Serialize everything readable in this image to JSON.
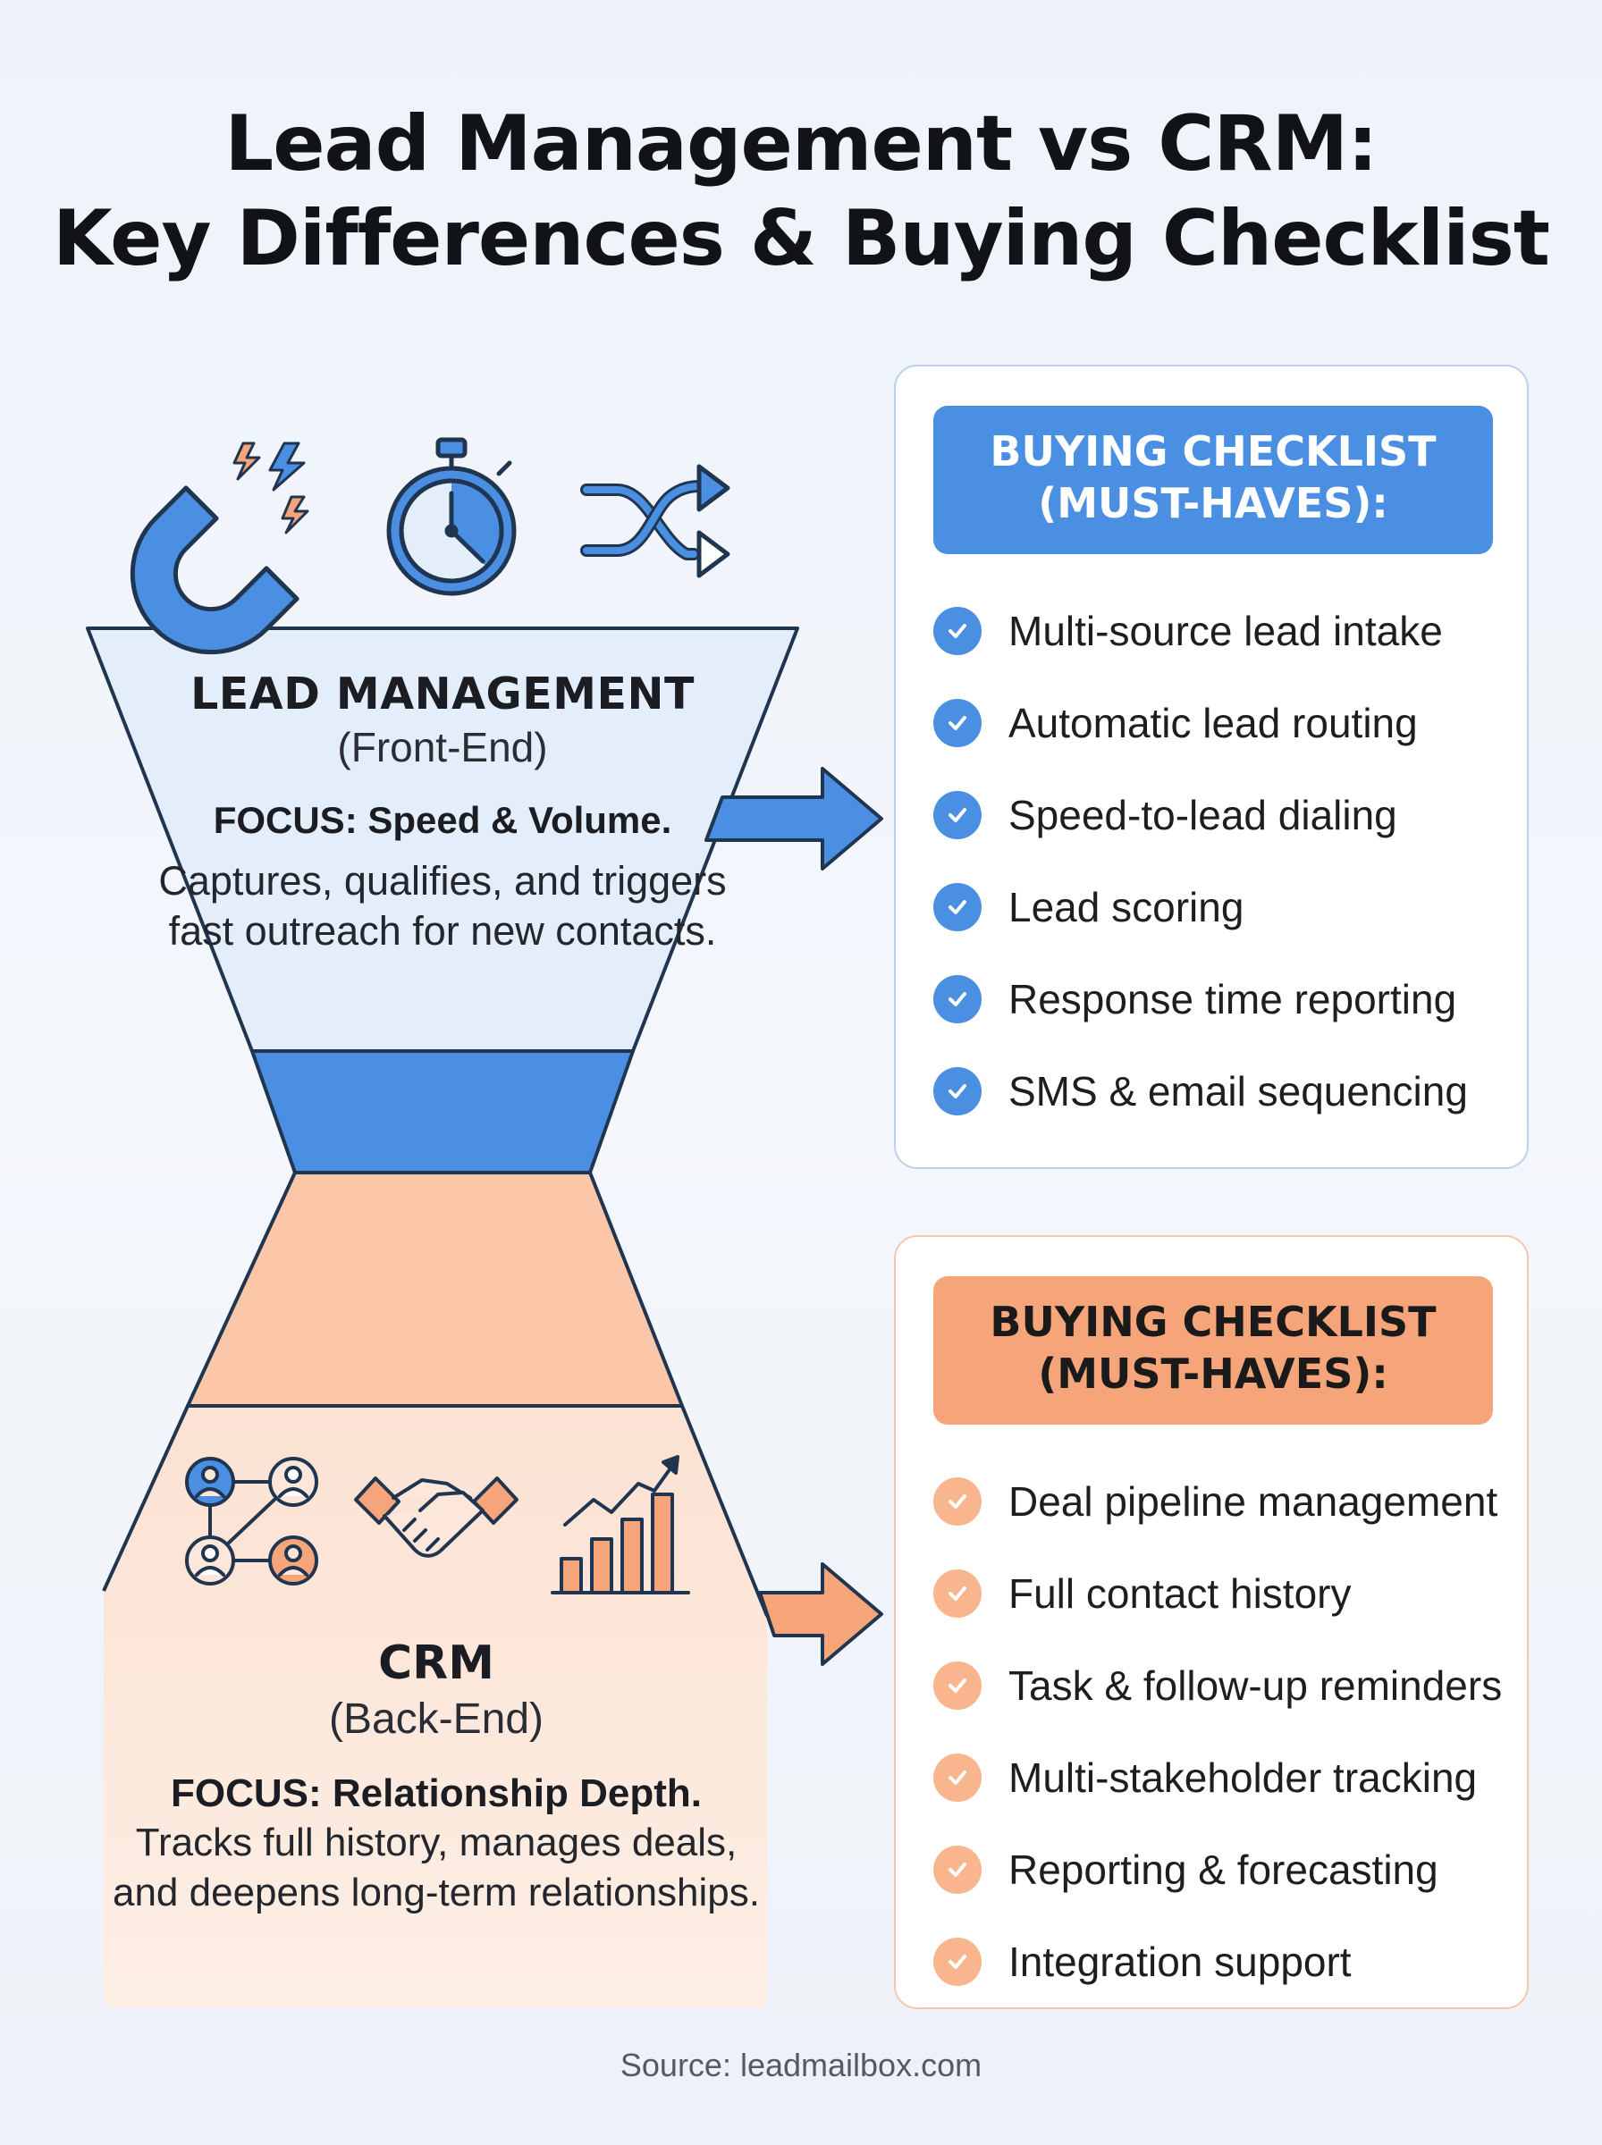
{
  "title": {
    "line1": "Lead Management vs CRM:",
    "line2": "Key Differences & Buying Checklist"
  },
  "lead_section": {
    "heading": "LEAD MANAGEMENT",
    "subheading": "(Front-End)",
    "focus": "FOCUS: Speed & Volume.",
    "description": "Captures, qualifies, and triggers fast outreach for new contacts.",
    "icons": [
      "magnet-icon",
      "stopwatch-icon",
      "shuffle-icon"
    ]
  },
  "crm_section": {
    "heading": "CRM",
    "subheading": "(Back-End)",
    "focus": "FOCUS: Relationship Depth.",
    "description": "Tracks full history, manages deals, and deepens long-term relationships.",
    "icons": [
      "network-icon",
      "handshake-icon",
      "growth-chart-icon"
    ]
  },
  "lead_checklist": {
    "header_line1": "BUYING CHECKLIST",
    "header_line2": "(MUST-HAVES):",
    "items": [
      "Multi-source lead intake",
      "Automatic lead routing",
      "Speed-to-lead dialing",
      "Lead scoring",
      "Response time reporting",
      "SMS & email sequencing"
    ]
  },
  "crm_checklist": {
    "header_line1": "BUYING CHECKLIST",
    "header_line2": "(MUST-HAVES):",
    "items": [
      "Deal pipeline management",
      "Full contact history",
      "Task & follow-up reminders",
      "Multi-stakeholder tracking",
      "Reporting & forecasting",
      "Integration support"
    ]
  },
  "source": "Source: leadmailbox.com",
  "colors": {
    "blue_accent": "#4a8fe2",
    "blue_light": "#e4eefa",
    "orange_accent": "#f6a57a",
    "orange_light": "#fde7da",
    "icon_outline": "#1f3550"
  }
}
